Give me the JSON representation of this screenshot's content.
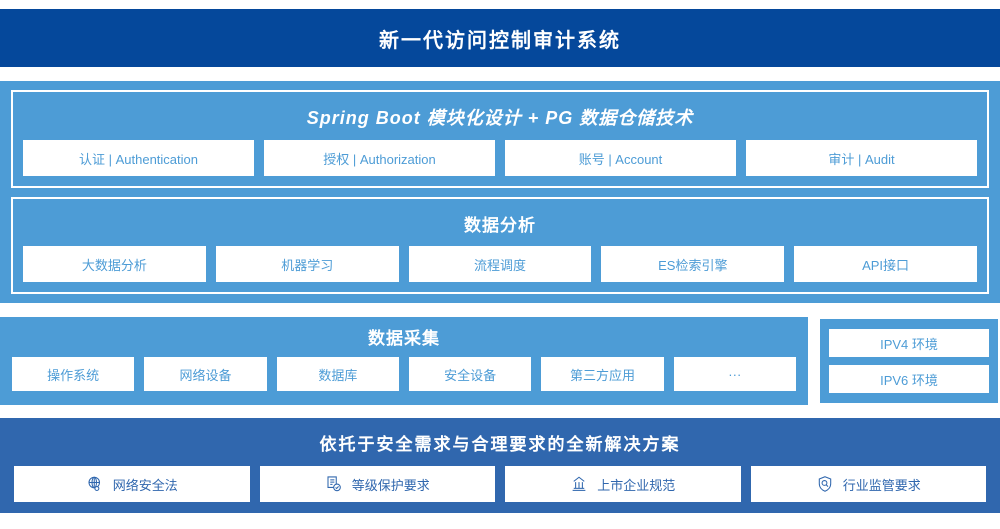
{
  "header": {
    "title": "新一代访问控制审计系统",
    "bg_color": "#05489b"
  },
  "colors": {
    "light_blue": "#4d9cd6",
    "medium_blue": "#3067ae",
    "deep_blue": "#05489b",
    "card_bg": "#ffffff"
  },
  "platform_panel": {
    "title": "Spring Boot 模块化设计 + PG 数据仓储技术",
    "cards": [
      {
        "label": "认证 | Authentication"
      },
      {
        "label": "授权 | Authorization"
      },
      {
        "label": "账号 | Account"
      },
      {
        "label": "审计 | Audit"
      }
    ]
  },
  "analysis_panel": {
    "title": "数据分析",
    "cards": [
      {
        "label": "大数据分析"
      },
      {
        "label": "机器学习"
      },
      {
        "label": "流程调度"
      },
      {
        "label": "ES检索引擎"
      },
      {
        "label": "API接口"
      }
    ]
  },
  "collection_panel": {
    "title": "数据采集",
    "cards": [
      {
        "label": "操作系统"
      },
      {
        "label": "网络设备"
      },
      {
        "label": "数据库"
      },
      {
        "label": "安全设备"
      },
      {
        "label": "第三方应用"
      },
      {
        "label": "···"
      }
    ]
  },
  "environment_panel": {
    "cards": [
      {
        "label": "IPV4 环境"
      },
      {
        "label": "IPV6 环境"
      }
    ]
  },
  "solution_band": {
    "title": "依托于安全需求与合理要求的全新解决方案",
    "cards": [
      {
        "label": "网络安全法",
        "icon": "globe-icon"
      },
      {
        "label": "等级保护要求",
        "icon": "document-check-icon"
      },
      {
        "label": "上市企业规范",
        "icon": "bank-building-icon"
      },
      {
        "label": "行业监管要求",
        "icon": "shield-search-icon"
      }
    ]
  }
}
